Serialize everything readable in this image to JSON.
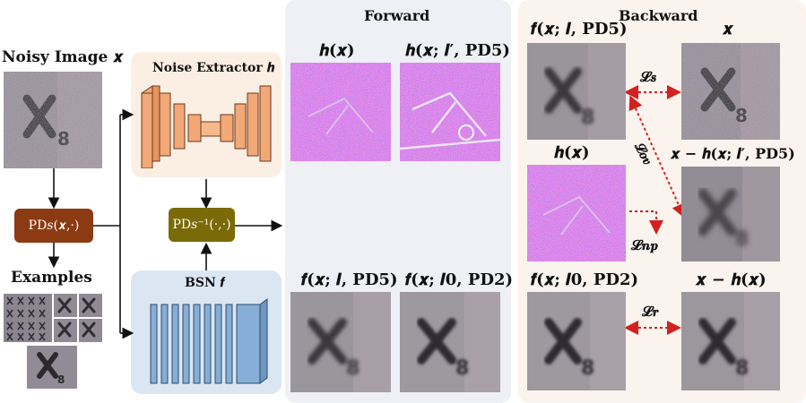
{
  "labels": {
    "noisy_image": "Noisy Image 𝒙",
    "examples": "Examples",
    "noise_extractor": "Noise Extractor 𝒉",
    "bsn": "BSN 𝒇",
    "forward": "Forward",
    "backward": "Backward"
  },
  "ops": {
    "pd": "PD𝑠(𝒙,·)",
    "pd_inv": "PD𝑠⁻¹(·,·)"
  },
  "forward": {
    "h_x": "𝒉(𝒙)",
    "h_x_i_pd5": "𝒉(𝒙; 𝑰′, 𝐏𝐃𝟓)",
    "f_x_i_pd5": "𝒇(𝒙; 𝑰, 𝐏𝐃𝟓)",
    "f_x_i0_pd2": "𝒇(𝒙; 𝑰𝟎, 𝐏𝐃𝟐)"
  },
  "backward": {
    "f_x_i_pd5": "𝒇(𝒙; 𝑰, 𝐏𝐃𝟓)",
    "x": "𝒙",
    "h_x": "𝒉(𝒙)",
    "x_minus_h_i_pd5": "𝒙 − 𝒉(𝒙; 𝑰′, 𝐏𝐃𝟓)",
    "f_x_i0_pd2": "𝒇(𝒙; 𝑰𝟎, 𝐏𝐃𝟐)",
    "x_minus_h": "𝒙 − 𝒉(𝒙)"
  },
  "losses": {
    "ls": "𝓛𝒔",
    "lov": "𝓛𝒐𝒗",
    "lnp": "𝓛𝒏𝒑",
    "lr": "𝓛𝒓"
  },
  "colors": {
    "pd_box": "#8b3a12",
    "pd_inv_box": "#7a6a08",
    "extractor_panel": "#fbeee3",
    "bsn_panel": "#dbe6f3",
    "forward_panel": "#eef0f5",
    "backward_panel": "#fbf3ee",
    "loss_arrow": "#d42020",
    "extractor_block": "#f2a877",
    "bsn_block": "#86aed6"
  }
}
